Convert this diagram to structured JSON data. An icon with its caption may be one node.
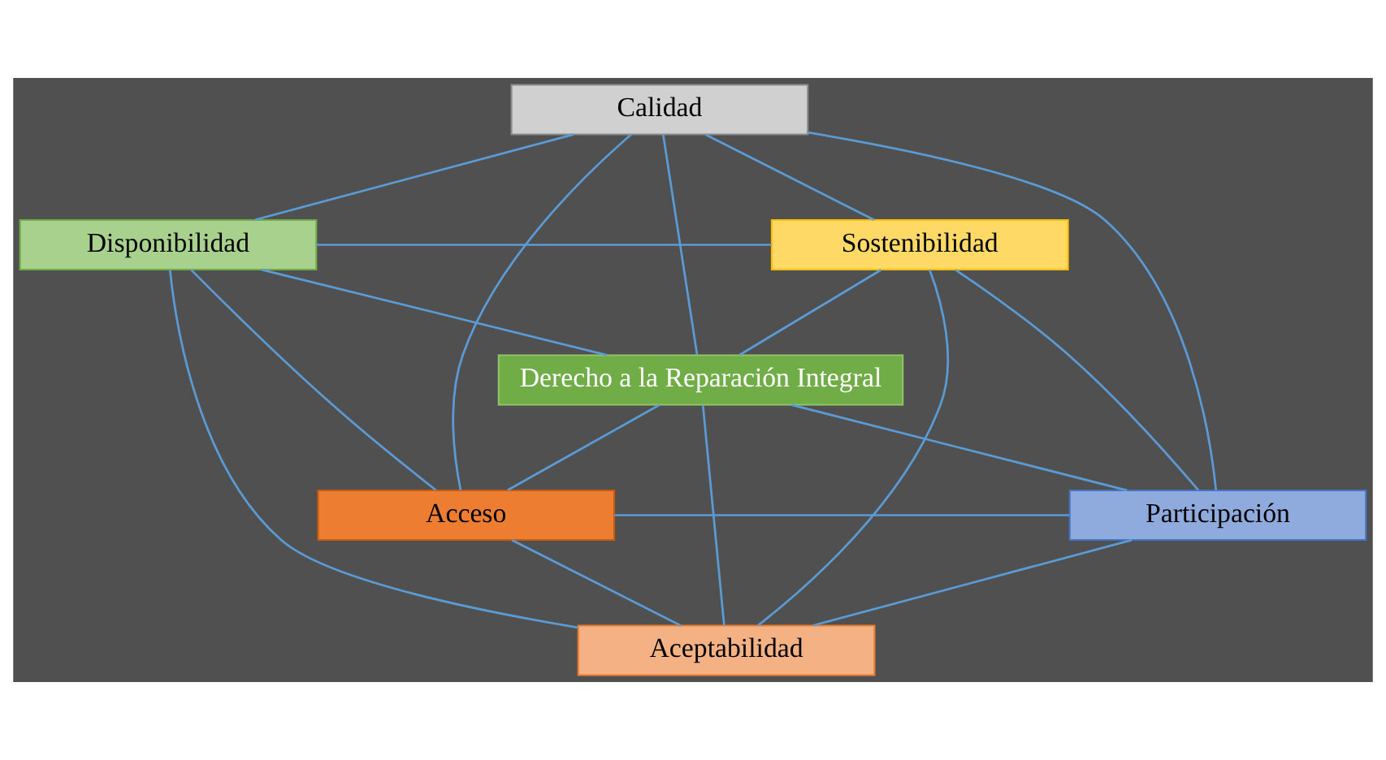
{
  "diagram": {
    "nodes": [
      {
        "text": [
          "Calidad"
        ]
      },
      {
        "text": [
          "Disponibilidad"
        ]
      },
      {
        "text": [
          "Sostenibilidad"
        ]
      },
      {
        "text": [
          "Derecho a la Reparación Integral"
        ]
      },
      {
        "text": [
          "Acceso"
        ]
      },
      {
        "text": [
          "Participación"
        ]
      },
      {
        "text": [
          "Aceptabilidad"
        ]
      }
    ],
    "edges": [
      {
        "from": 0,
        "to": 1,
        "arrow": "none"
      },
      {
        "from": 0,
        "to": 2,
        "arrow": "none"
      },
      {
        "from": 1,
        "to": 2,
        "arrow": "none"
      },
      {
        "from": 0,
        "to": 4,
        "arrow": "none"
      },
      {
        "from": 0,
        "to": 3,
        "arrow": "none"
      },
      {
        "from": 0,
        "to": 5,
        "arrow": "none"
      },
      {
        "from": 1,
        "to": 3,
        "arrow": "none"
      },
      {
        "from": 2,
        "to": 3,
        "arrow": "none"
      },
      {
        "from": 1,
        "to": 4,
        "arrow": "none"
      },
      {
        "from": 1,
        "to": 6,
        "arrow": "none"
      },
      {
        "from": 2,
        "to": 5,
        "arrow": "none"
      },
      {
        "from": 2,
        "to": 6,
        "arrow": "none"
      },
      {
        "from": 3,
        "to": 4,
        "arrow": "none"
      },
      {
        "from": 3,
        "to": 5,
        "arrow": "none"
      },
      {
        "from": 3,
        "to": 6,
        "arrow": "none"
      },
      {
        "from": 4,
        "to": 5,
        "arrow": "none"
      },
      {
        "from": 4,
        "to": 6,
        "arrow": "none"
      },
      {
        "from": 5,
        "to": 6,
        "arrow": "none"
      }
    ]
  }
}
